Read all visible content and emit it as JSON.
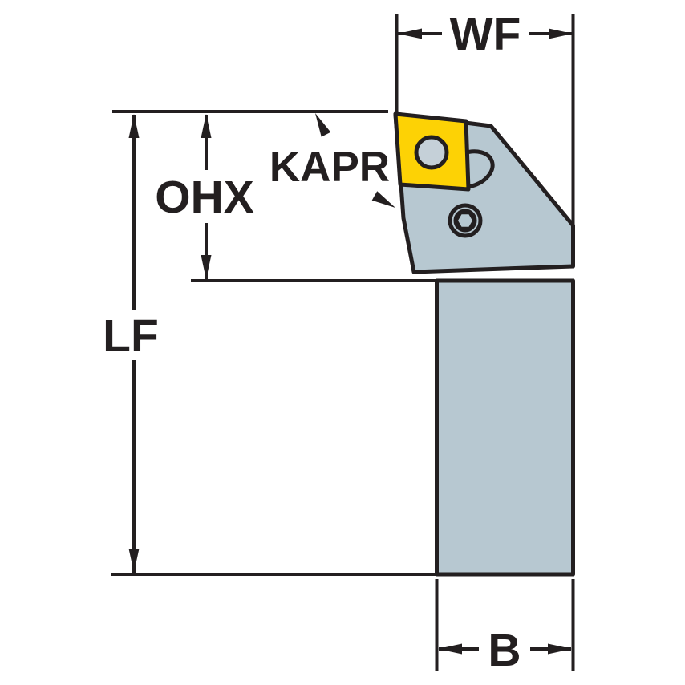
{
  "diagram": {
    "name": "turning-tool-holder-dimension-diagram",
    "labels": {
      "wf": "WF",
      "ohx": "OHX",
      "kapr": "KAPR",
      "lf": "LF",
      "b": "B"
    },
    "colors": {
      "insert": "#fdd205",
      "body": "#b7c8d1",
      "hole": "#c5d0d8",
      "line": "#231f20",
      "background": "#ffffff"
    }
  }
}
